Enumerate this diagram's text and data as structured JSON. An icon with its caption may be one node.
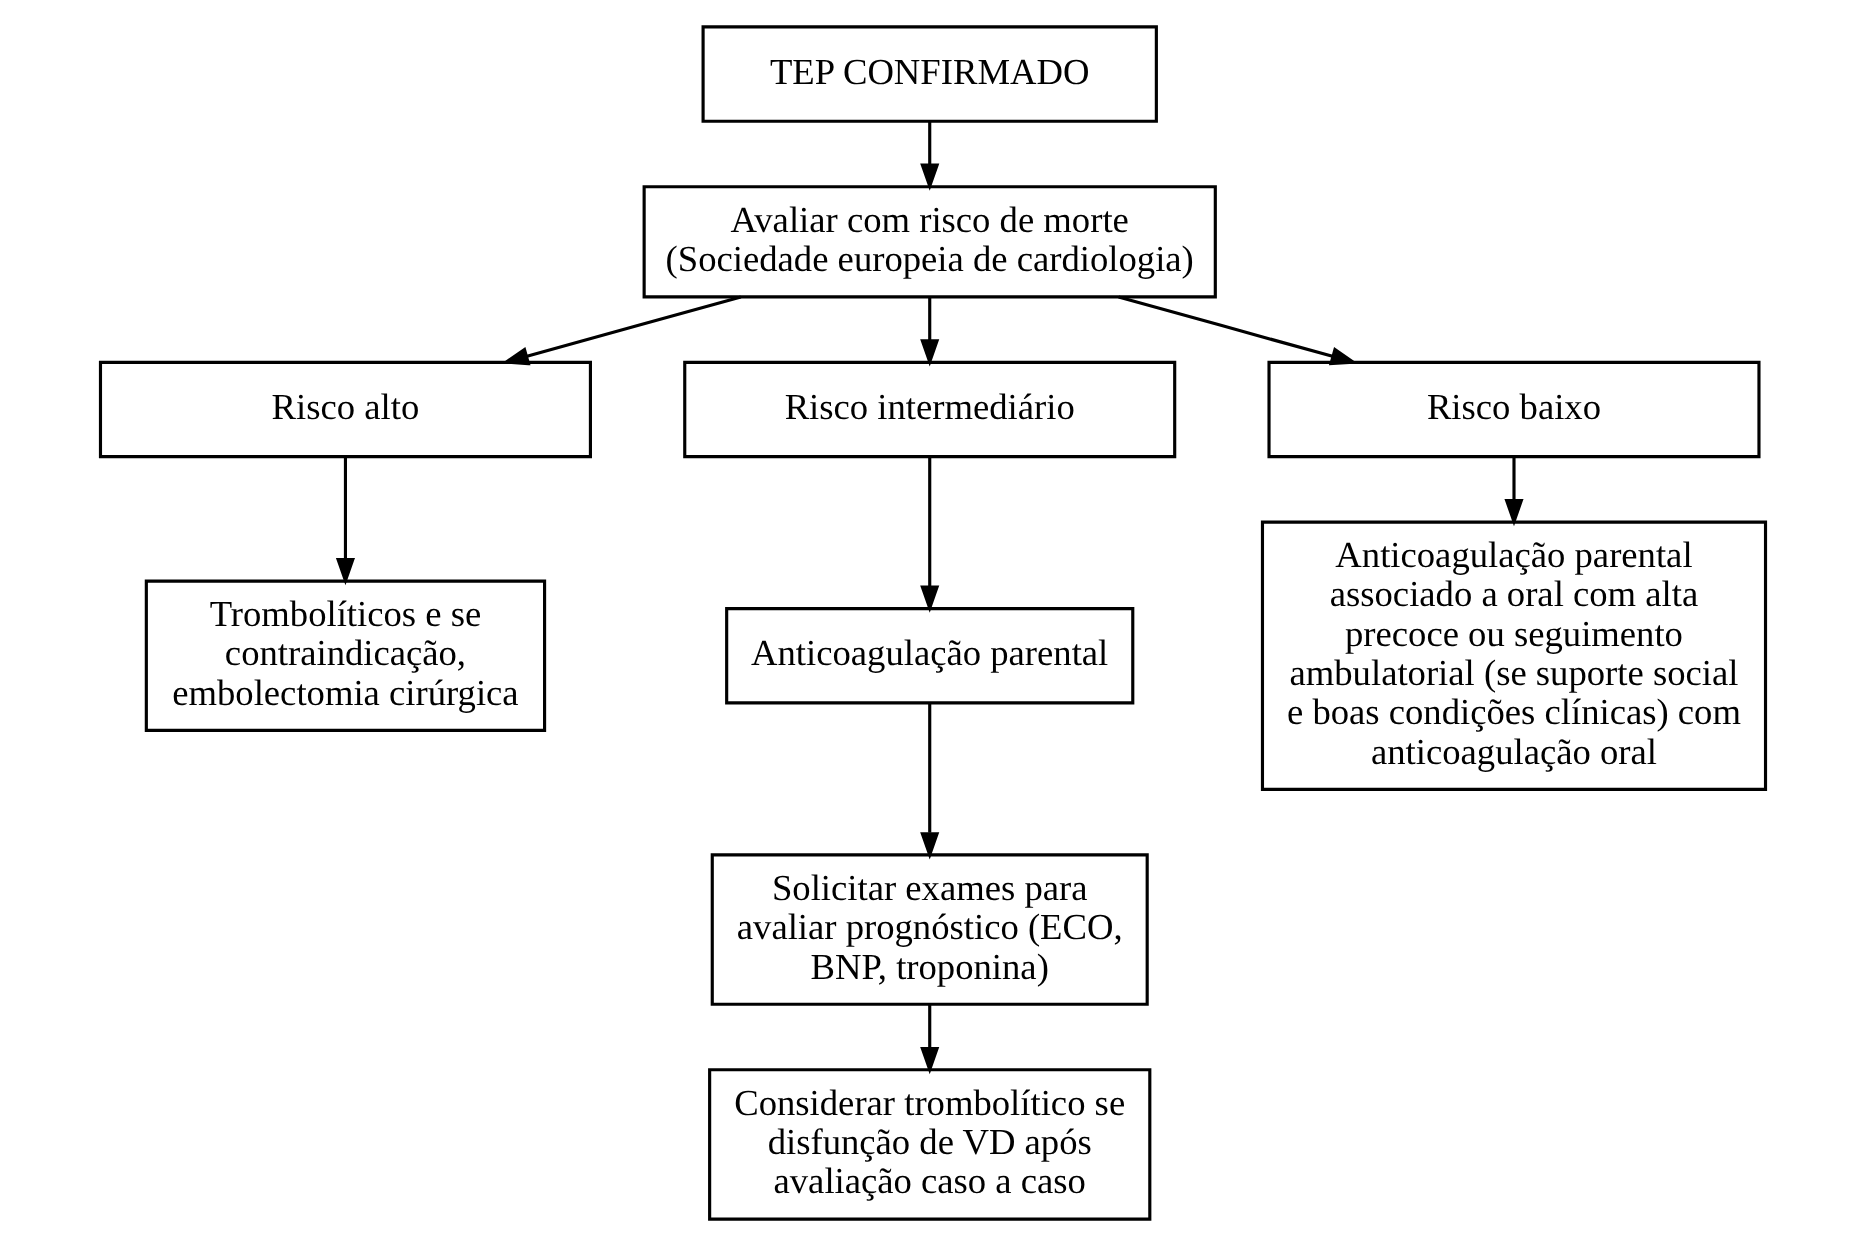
{
  "diagram": {
    "nodes": [
      {
        "text": [
          "TEP CONFIRMADO"
        ]
      },
      {
        "text": [
          "Avaliar com risco de morte (Sociedade europeia de cardiologia)"
        ]
      },
      {
        "text": [
          "Risco alto"
        ]
      },
      {
        "text": [
          "Risco intermediário"
        ]
      },
      {
        "text": [
          "Risco baixo"
        ]
      },
      {
        "text": [
          "Trombolíticos e se contraindicação, embolectomia cirúrgica"
        ]
      },
      {
        "text": [
          "Anticoagulação parental"
        ]
      },
      {
        "text": [
          "Solicitar exames para avaliar prognóstico (ECO, BNP, troponina)"
        ]
      },
      {
        "text": [
          "Considerar trombolítico se disfunção de VD após avaliação caso a caso"
        ]
      },
      {
        "text": [
          "Anticoagulação parental associado a oral com alta precoce ou seguimento ambulatorial (se suporte social e boas condições clínicas) com anticoagulação oral"
        ]
      }
    ],
    "edges": [
      {
        "from": 0,
        "to": 1,
        "arrow": "to"
      },
      {
        "from": 1,
        "to": 2,
        "arrow": "to"
      },
      {
        "from": 1,
        "to": 3,
        "arrow": "to"
      },
      {
        "from": 1,
        "to": 4,
        "arrow": "to"
      },
      {
        "from": 2,
        "to": 5,
        "arrow": "to"
      },
      {
        "from": 3,
        "to": 6,
        "arrow": "to"
      },
      {
        "from": 6,
        "to": 7,
        "arrow": "to"
      },
      {
        "from": 7,
        "to": 8,
        "arrow": "to"
      },
      {
        "from": 4,
        "to": 9,
        "arrow": "to"
      }
    ]
  }
}
